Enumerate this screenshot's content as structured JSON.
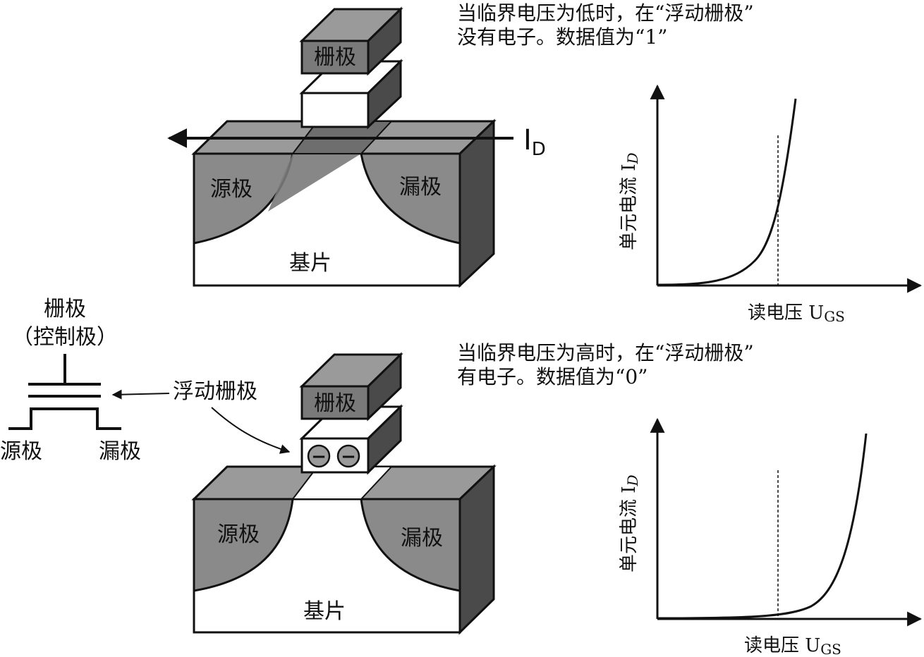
{
  "top": {
    "caption_line1": "当临界电压为低时，在“浮动栅极”",
    "caption_line2": "没有电子。数据值为“1”",
    "gate_label": "栅极",
    "source_label": "源极",
    "drain_label": "漏极",
    "substrate_label": "基片",
    "current_label": "I",
    "current_subscript": "D",
    "graph": {
      "y_label": "单元电流 I",
      "y_label_sub": "D",
      "x_label": "读电压 U",
      "x_label_sub": "GS"
    }
  },
  "bottom": {
    "caption_line1": "当临界电压为高时，在“浮动栅极”",
    "caption_line2": "有电子。数据值为“0”",
    "gate_label": "栅极",
    "source_label": "源极",
    "drain_label": "漏极",
    "substrate_label": "基片",
    "floating_gate_label": "浮动栅极",
    "electron_symbol": "−",
    "graph": {
      "y_label": "单元电流 I",
      "y_label_sub": "D",
      "x_label": "读电压 U",
      "x_label_sub": "GS"
    }
  },
  "symbol": {
    "gate_label_line1": "栅极",
    "gate_label_line2": "（控制极）",
    "source_label": "源极",
    "drain_label": "漏极"
  },
  "colors": {
    "dark_gray": "#7a7a7a",
    "medium_gray": "#9a9a9a",
    "light_gray": "#d9d9d9",
    "side_dark": "#4a4a4a",
    "white": "#ffffff",
    "line": "#111111"
  }
}
